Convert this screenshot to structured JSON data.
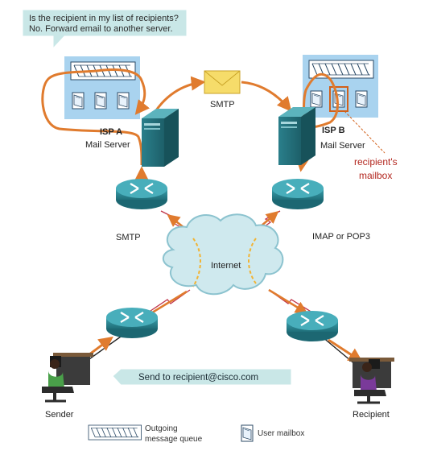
{
  "callout": {
    "line1": "Is the recipient in my list of recipients?",
    "line2": "No. Forward email to another server."
  },
  "isp_a": {
    "name": "ISP A",
    "server": "Mail Server"
  },
  "isp_b": {
    "name": "ISP B",
    "server": "Mail Server"
  },
  "smtp_top": "SMTP",
  "smtp_left": "SMTP",
  "imap_pop3": "IMAP or POP3",
  "internet": "Internet",
  "recipients_mailbox": {
    "line1": "recipient's",
    "line2": "mailbox"
  },
  "send_to": "Send to recipient@cisco.com",
  "sender": "Sender",
  "recipient": "Recipient",
  "legend": {
    "queue_line1": "Outgoing",
    "queue_line2": "message queue",
    "mailbox": "User mailbox"
  },
  "colors": {
    "flow": "#e07b2e",
    "panel": "#a9d3ef",
    "router": "#2f8a97",
    "server": "#2f8793",
    "callout": "#c9e7e7",
    "cloud": "#cfe9ee",
    "wan": "#c0344a",
    "highlight": "#d2601a"
  }
}
